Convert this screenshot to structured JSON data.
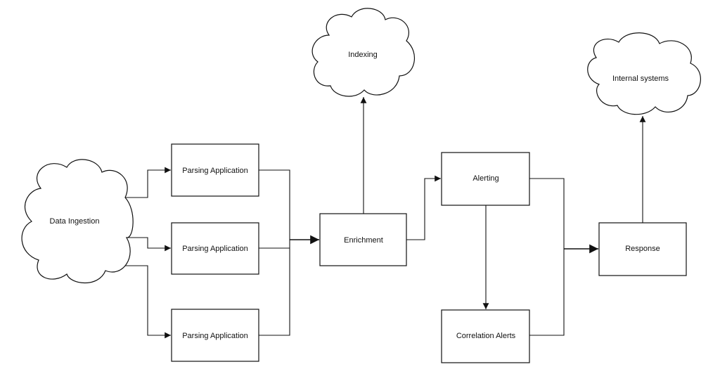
{
  "diagram": {
    "nodes": {
      "data_ingestion": "Data Ingestion",
      "parsing_1": "Parsing Application",
      "parsing_2": "Parsing Application",
      "parsing_3": "Parsing Application",
      "enrichment": "Enrichment",
      "indexing": "Indexing",
      "alerting": "Alerting",
      "correlation_alerts": "Correlation Alerts",
      "response": "Response",
      "internal_systems": "Internal systems"
    },
    "edges": [
      {
        "from": "Data Ingestion",
        "to": "Parsing Application (1)"
      },
      {
        "from": "Data Ingestion",
        "to": "Parsing Application (2)"
      },
      {
        "from": "Data Ingestion",
        "to": "Parsing Application (3)"
      },
      {
        "from": "Parsing Application (1)",
        "to": "Enrichment"
      },
      {
        "from": "Parsing Application (2)",
        "to": "Enrichment"
      },
      {
        "from": "Parsing Application (3)",
        "to": "Enrichment"
      },
      {
        "from": "Enrichment",
        "to": "Indexing"
      },
      {
        "from": "Enrichment",
        "to": "Alerting"
      },
      {
        "from": "Alerting",
        "to": "Correlation Alerts"
      },
      {
        "from": "Alerting",
        "to": "Response"
      },
      {
        "from": "Correlation Alerts",
        "to": "Response"
      },
      {
        "from": "Response",
        "to": "Internal systems"
      }
    ]
  }
}
